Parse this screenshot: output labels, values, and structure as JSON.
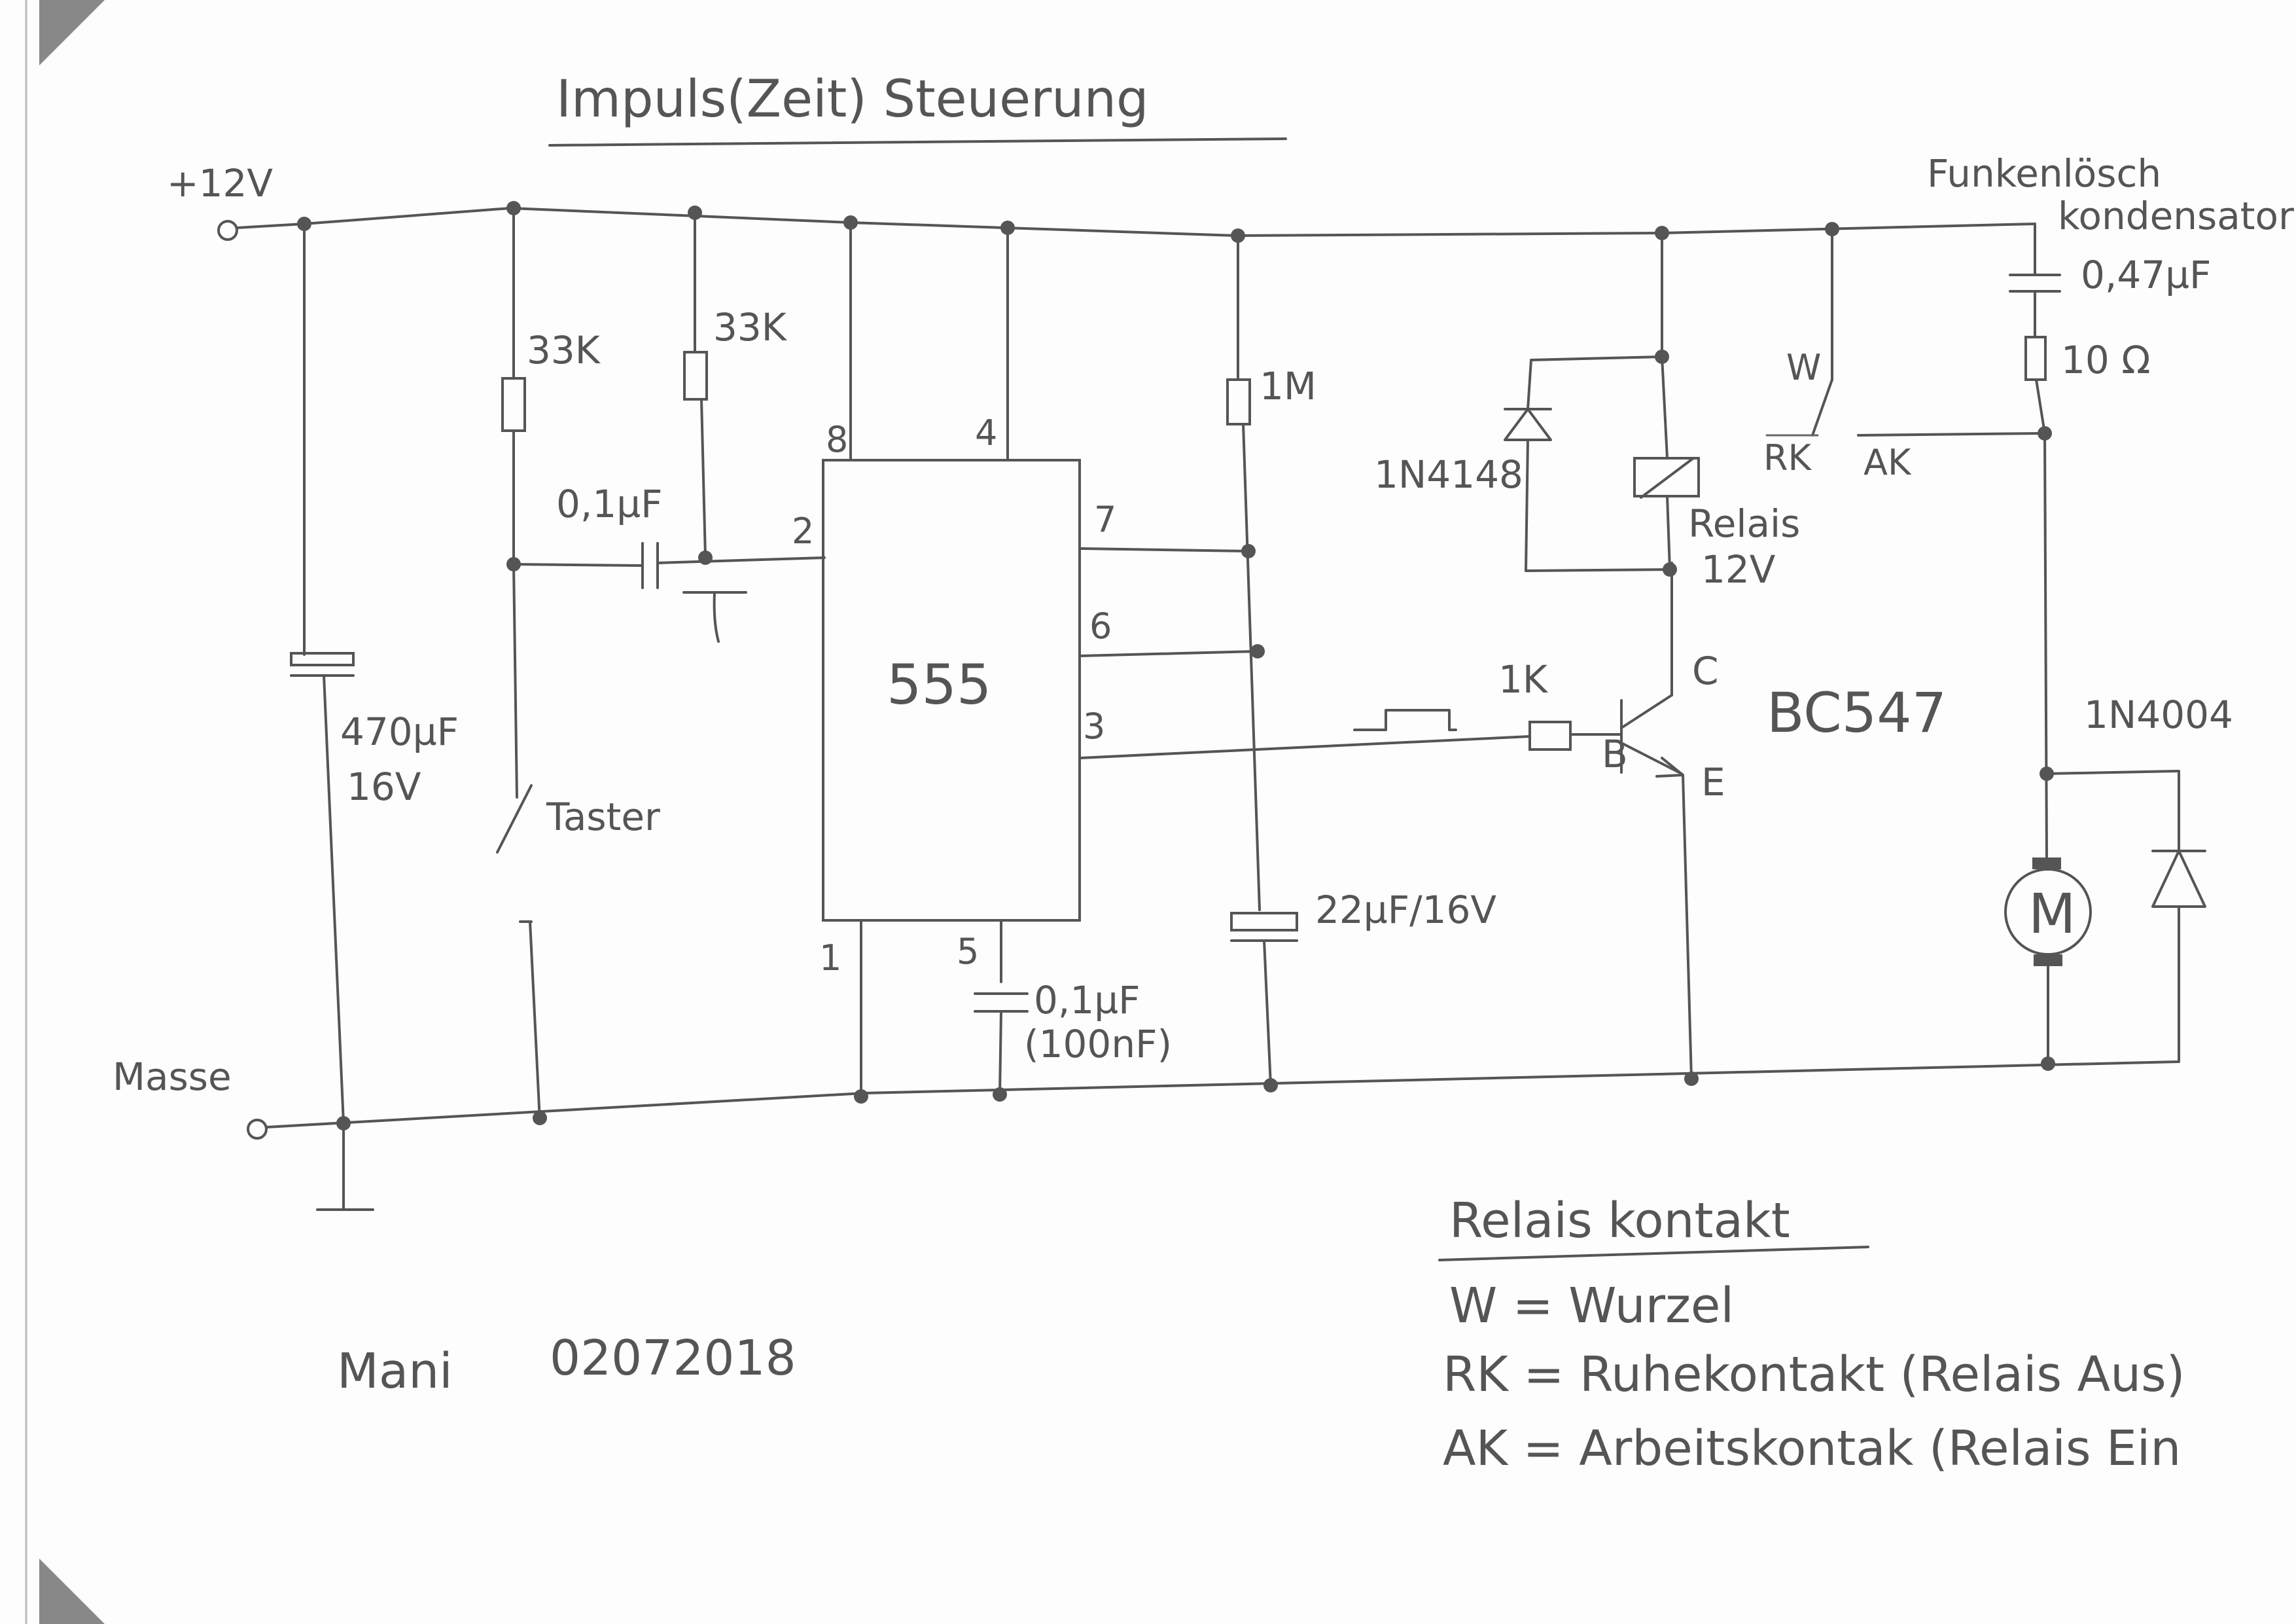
{
  "title": "Impuls(Zeit) Steuerung",
  "supply": {
    "plus": "+12V",
    "ground": "Masse"
  },
  "components": {
    "c_main": {
      "value": "470µF",
      "rating": "16V"
    },
    "r1": "33K",
    "r2": "33K",
    "c_trigger": "0,1µF",
    "switch": "Taster",
    "ic": "555",
    "pins": {
      "p8": "8",
      "p4": "4",
      "p2": "2",
      "p7": "7",
      "p6": "6",
      "p3": "3",
      "p1": "1",
      "p5": "5"
    },
    "c_ctrl": {
      "value": "0,1µF",
      "alt": "(100nF)"
    },
    "r_timing": "1M",
    "c_timing": "22µF/16V",
    "r_base": "1K",
    "diode_relay": "1N4148",
    "relay": {
      "name": "Relais",
      "voltage": "12V"
    },
    "transistor": {
      "type": "BC547",
      "c": "C",
      "b": "B",
      "e": "E"
    },
    "contacts": {
      "w": "W",
      "rk": "RK",
      "ak": "AK"
    },
    "snubber": {
      "label_1": "Funkenlösch",
      "label_2": "kondensator",
      "cap": "0,47µF",
      "res": "10 Ω"
    },
    "diode_motor": "1N4004",
    "motor": "M"
  },
  "legend": {
    "heading": "Relais kontakt",
    "line1": "W = Wurzel",
    "line2": "RK = Ruhekontakt (Relais Aus)",
    "line3": "AK = Arbeitskontak (Relais Ein"
  },
  "signature": {
    "name": "Mani",
    "date": "02072018"
  }
}
